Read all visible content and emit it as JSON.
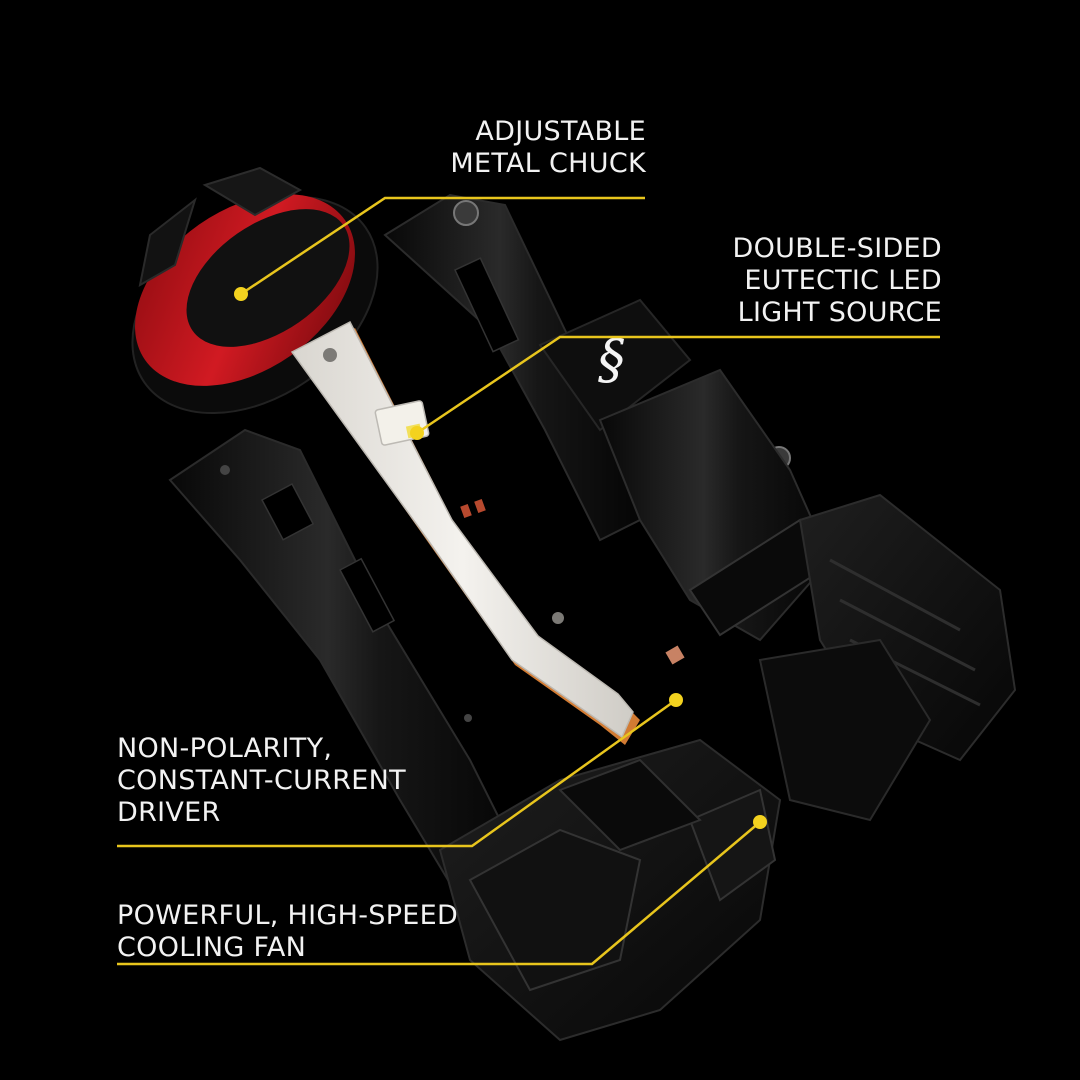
{
  "callouts": {
    "chuck": {
      "lines": [
        "ADJUSTABLE",
        "METAL CHUCK"
      ]
    },
    "led": {
      "lines": [
        "DOUBLE-SIDED",
        "EUTECTIC LED",
        "LIGHT SOURCE"
      ]
    },
    "driver": {
      "lines": [
        "NON-POLARITY,",
        "CONSTANT-CURRENT",
        "DRIVER"
      ]
    },
    "fan": {
      "lines": [
        "POWERFUL, HIGH-SPEED",
        "COOLING FAN"
      ]
    }
  },
  "colors": {
    "background": "#000000",
    "leader_line": "#e8c51d",
    "text": "#f2f2f2",
    "retaining_ring": "#c0141b",
    "led_board": "#e9e6e0"
  }
}
